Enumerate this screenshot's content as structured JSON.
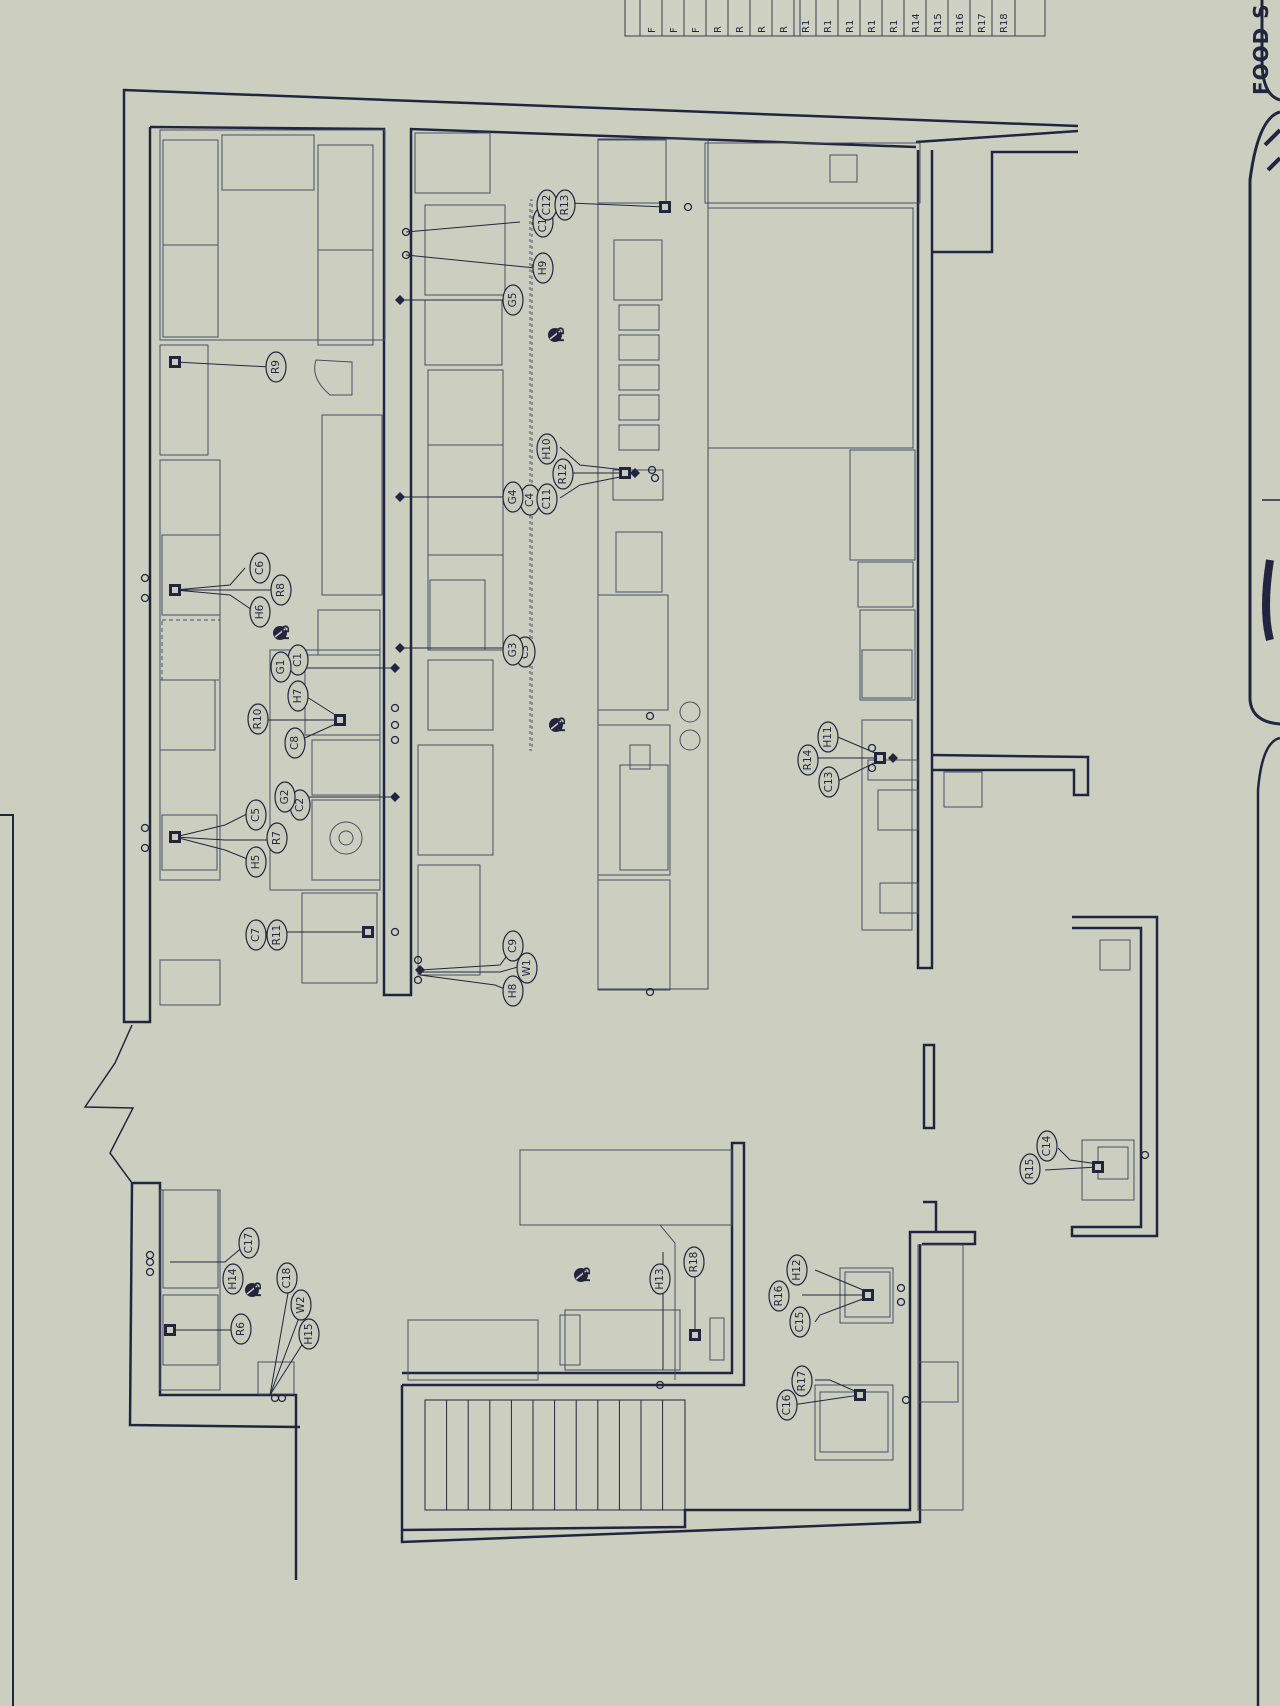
{
  "drawing": {
    "title_block_text": "FOOD S",
    "schedule_rows": [
      "F",
      "F",
      "F",
      "R",
      "R",
      "R",
      "R",
      "R1",
      "R1",
      "R1",
      "R1",
      "R1",
      "R14",
      "R15",
      "R16",
      "R17",
      "R18"
    ],
    "floor_drain_label": "FD",
    "tags": [
      "C1",
      "C2",
      "C3",
      "C4",
      "C5",
      "C6",
      "C7",
      "C8",
      "C9",
      "C10",
      "C11",
      "C12",
      "C13",
      "C14",
      "C15",
      "C16",
      "C17",
      "C18",
      "G1",
      "G2",
      "G3",
      "G4",
      "G5",
      "H5",
      "H6",
      "H7",
      "H8",
      "H9",
      "H10",
      "H11",
      "H12",
      "H13",
      "H14",
      "H15",
      "R6",
      "R7",
      "R8",
      "R9",
      "R10",
      "R11",
      "R12",
      "R13",
      "R14",
      "R15",
      "R16",
      "R17",
      "R18",
      "W1",
      "W2"
    ]
  },
  "colors": {
    "paper": "#c9ccbd",
    "ink": "#23243f"
  }
}
